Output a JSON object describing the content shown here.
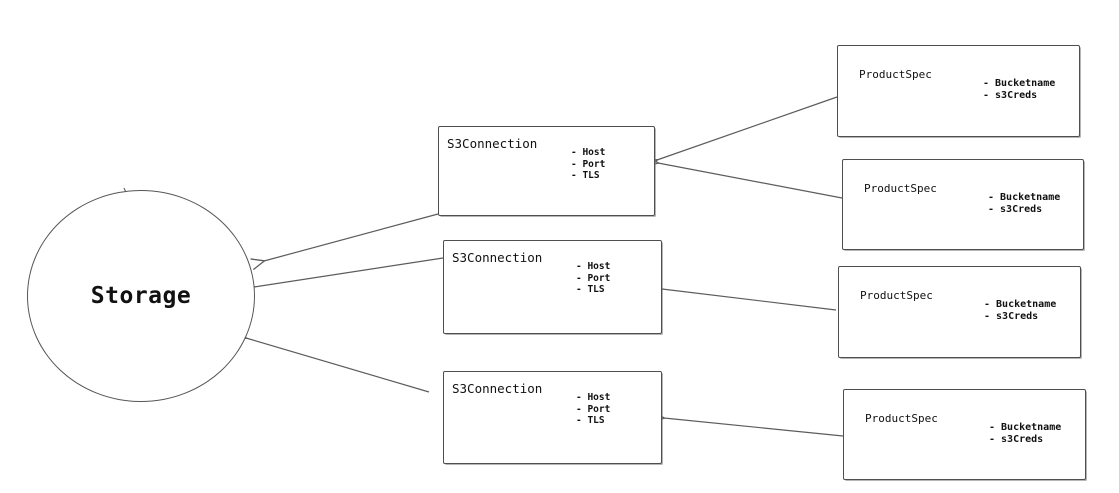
{
  "diagram": {
    "storage": {
      "label": "Storage"
    },
    "s3_connections": [
      {
        "title": "S3Connection",
        "attributes": [
          "- Host",
          "- Port",
          "- TLS"
        ]
      },
      {
        "title": "S3Connection",
        "attributes": [
          "- Host",
          "- Port",
          "- TLS"
        ]
      },
      {
        "title": "S3Connection",
        "attributes": [
          "- Host",
          "- Port",
          "- TLS"
        ]
      }
    ],
    "product_specs": [
      {
        "title": "ProductSpec",
        "attributes": [
          "- Bucketname",
          "- s3Creds"
        ]
      },
      {
        "title": "ProductSpec",
        "attributes": [
          "- Bucketname",
          "- s3Creds"
        ]
      },
      {
        "title": "ProductSpec",
        "attributes": [
          "- Bucketname",
          "- s3Creds"
        ]
      },
      {
        "title": "ProductSpec",
        "attributes": [
          "- Bucketname",
          "- s3Creds"
        ]
      }
    ],
    "edges": [
      {
        "from": "ProductSpec 1",
        "to": "S3Connection 1"
      },
      {
        "from": "ProductSpec 2",
        "to": "S3Connection 1"
      },
      {
        "from": "ProductSpec 3",
        "to": "S3Connection 2"
      },
      {
        "from": "ProductSpec 4",
        "to": "S3Connection 3"
      },
      {
        "from": "S3Connection 1",
        "to": "Storage"
      },
      {
        "from": "S3Connection 2",
        "to": "Storage"
      },
      {
        "from": "S3Connection 3",
        "to": "Storage"
      }
    ],
    "colors": {
      "stroke": "#4f4f4f",
      "arrow": "#5c5c5c",
      "text": "#111111",
      "background": "#ffffff"
    }
  }
}
